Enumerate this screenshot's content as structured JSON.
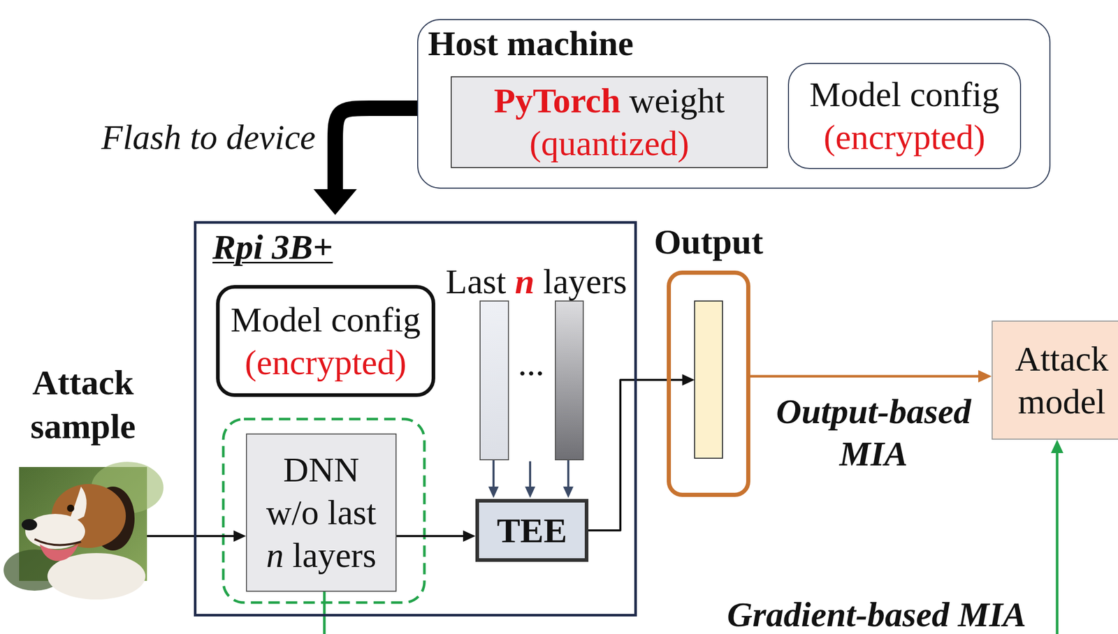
{
  "diagram": {
    "nodes": [
      {
        "text": [
          "Host machine"
        ]
      },
      {
        "text": [
          "PyTorch weight",
          "(quantized)"
        ],
        "in": 0
      },
      {
        "text": [
          "Model config",
          "(encrypted)"
        ],
        "in": 0
      },
      {
        "text": [
          "Attack sample"
        ]
      },
      {
        "text": [
          "Rpi 3B+"
        ]
      },
      {
        "text": [
          "Model config",
          "(encrypted)"
        ],
        "in": 4
      },
      {
        "text": [
          "DNN w/o last n layers"
        ],
        "in": 4
      },
      {
        "text": [
          "TEE"
        ],
        "in": 4
      },
      {
        "text": [
          "Output"
        ]
      },
      {
        "text": [
          "Attack model"
        ]
      }
    ],
    "edges": [
      {
        "from": 0,
        "to": 4,
        "arrow": "to",
        "label": "Flash to device"
      },
      {
        "from": 3,
        "to": 6,
        "arrow": "to"
      },
      {
        "from": 6,
        "to": 7,
        "arrow": "to"
      },
      {
        "from": 7,
        "to": 8,
        "arrow": "to"
      },
      {
        "from": 8,
        "to": 9,
        "arrow": "to",
        "label": "Output-based MIA"
      },
      {
        "from": 6,
        "to": 9,
        "arrow": "to",
        "label": "Gradient-based MIA"
      }
    ],
    "labels": [
      "Last n layers",
      "..."
    ]
  }
}
